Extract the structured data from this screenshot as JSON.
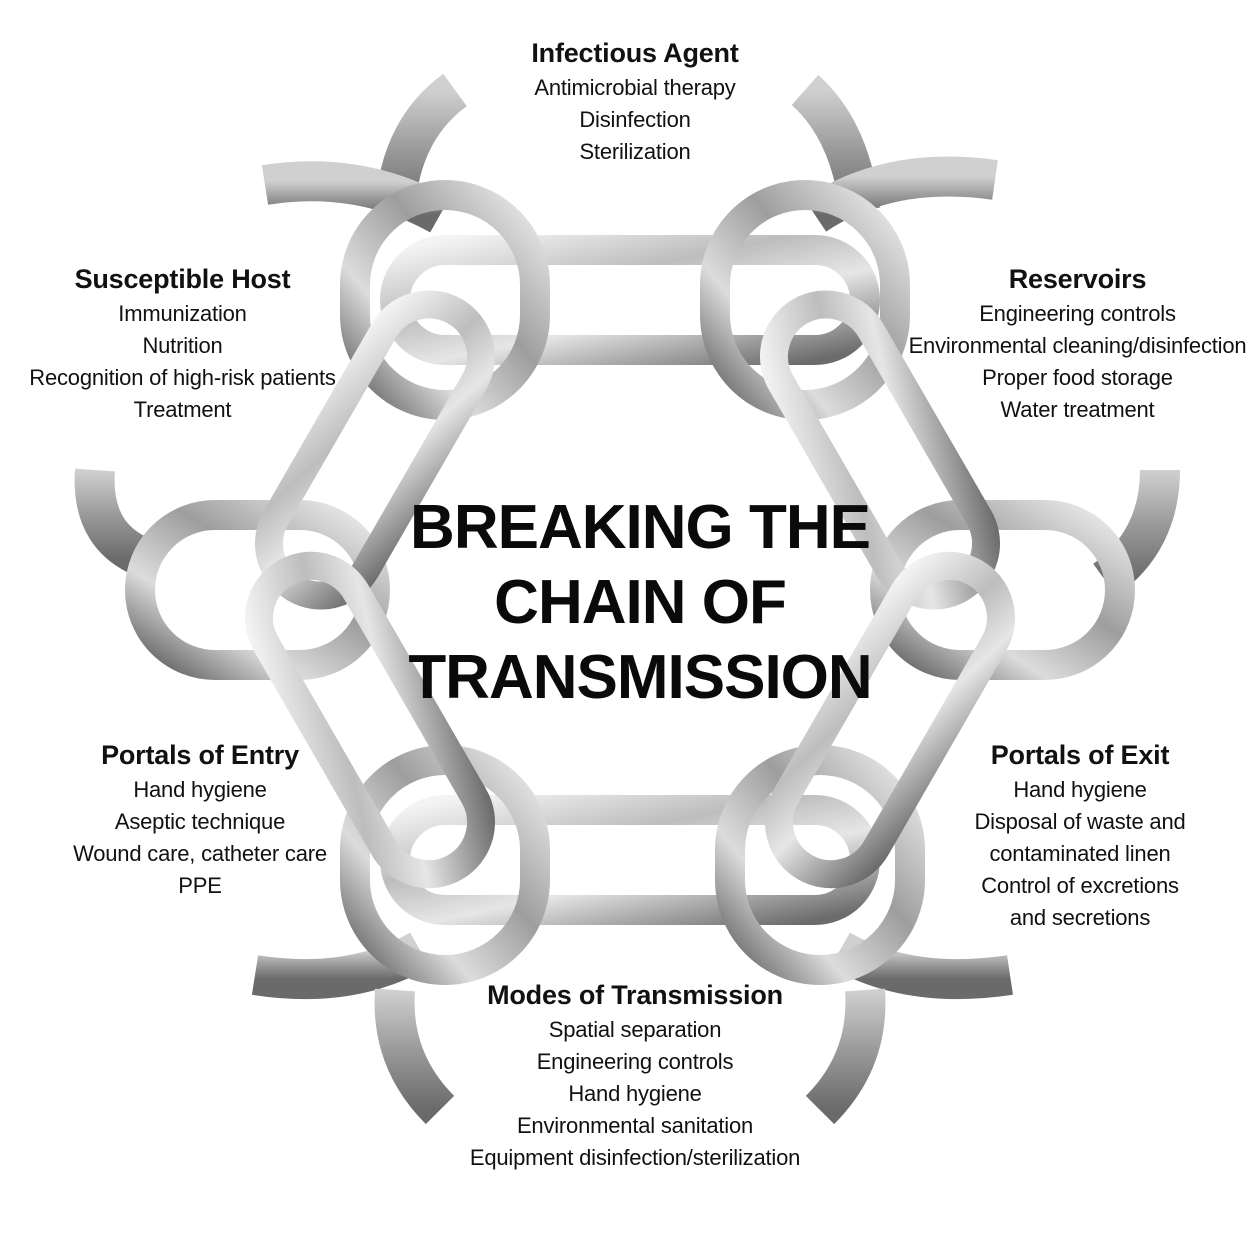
{
  "title_lines": [
    "BREAKING THE",
    "CHAIN OF",
    "TRANSMISSION"
  ],
  "colors": {
    "text": "#111111",
    "metal_light": "#f4f4f4",
    "metal_mid": "#a9a9a9",
    "metal_dark": "#4a4a4a"
  },
  "icons": [
    "chain-link-icon",
    "broken-chain-end-icon"
  ],
  "sections": {
    "infectious_agent": {
      "heading": "Infectious Agent",
      "items": [
        "Antimicrobial therapy",
        "Disinfection",
        "Sterilization"
      ]
    },
    "reservoirs": {
      "heading": "Reservoirs",
      "items": [
        "Engineering controls",
        "Environmental cleaning/disinfection",
        "Proper food storage",
        "Water treatment"
      ]
    },
    "portals_of_exit": {
      "heading": "Portals of Exit",
      "items": [
        "Hand hygiene",
        "Disposal of waste and",
        "contaminated linen",
        "Control of excretions",
        "and secretions"
      ]
    },
    "modes_of_transmission": {
      "heading": "Modes of Transmission",
      "items": [
        "Spatial separation",
        "Engineering controls",
        "Hand hygiene",
        "Environmental sanitation",
        "Equipment disinfection/sterilization"
      ]
    },
    "portals_of_entry": {
      "heading": "Portals of Entry",
      "items": [
        "Hand hygiene",
        "Aseptic technique",
        "Wound care, catheter care",
        "PPE"
      ]
    },
    "susceptible_host": {
      "heading": "Susceptible Host",
      "items": [
        "Immunization",
        "Nutrition",
        "Recognition of high-risk patients",
        "Treatment"
      ]
    }
  }
}
